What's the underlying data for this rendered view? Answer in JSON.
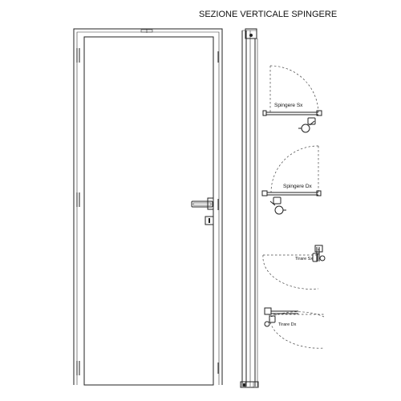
{
  "heading": {
    "section_title": "SEZIONE VERTICALE SPINGERE"
  },
  "opening_types": [
    {
      "id": "spingere-sx",
      "label": "Spingere  Sx"
    },
    {
      "id": "spingere-dx",
      "label": "Spingere  Dx"
    },
    {
      "id": "tirare-sx",
      "label": "Tirare Sx"
    },
    {
      "id": "tirare-dx",
      "label": "Tirare Dx"
    }
  ]
}
